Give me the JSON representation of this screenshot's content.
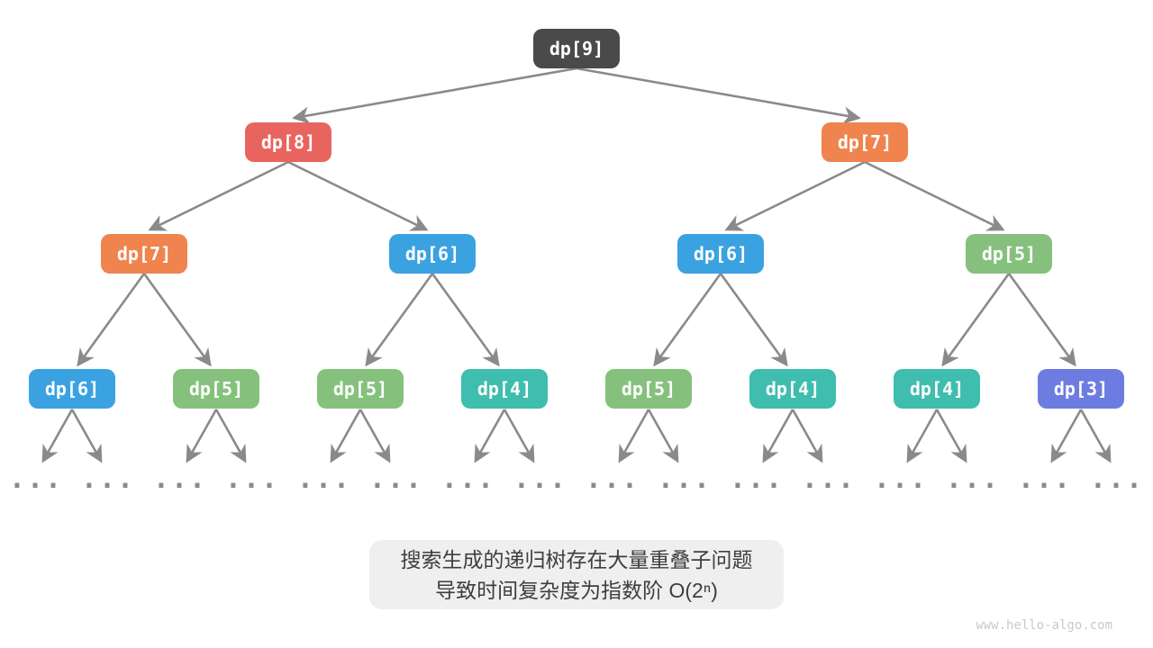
{
  "colors": {
    "dark": "#4a4a4a",
    "red": "#e8655f",
    "orange": "#ef844e",
    "blue": "#3ba2e2",
    "green": "#85c17d",
    "teal": "#3fbdae",
    "purple": "#6d7ce0",
    "edge": "#8a8a8a",
    "ellipsis_text": "#8a8a8a",
    "caption_bg": "#efefef",
    "caption_text": "#3e3e3e",
    "watermark_text": "#c9c9c9"
  },
  "tree": {
    "levels": [
      [
        {
          "label": "dp[9]",
          "color": "dark"
        }
      ],
      [
        {
          "label": "dp[8]",
          "color": "red"
        },
        {
          "label": "dp[7]",
          "color": "orange"
        }
      ],
      [
        {
          "label": "dp[7]",
          "color": "orange"
        },
        {
          "label": "dp[6]",
          "color": "blue"
        },
        {
          "label": "dp[6]",
          "color": "blue"
        },
        {
          "label": "dp[5]",
          "color": "green"
        }
      ],
      [
        {
          "label": "dp[6]",
          "color": "blue"
        },
        {
          "label": "dp[5]",
          "color": "green"
        },
        {
          "label": "dp[5]",
          "color": "green"
        },
        {
          "label": "dp[4]",
          "color": "teal"
        },
        {
          "label": "dp[5]",
          "color": "green"
        },
        {
          "label": "dp[4]",
          "color": "teal"
        },
        {
          "label": "dp[4]",
          "color": "teal"
        },
        {
          "label": "dp[3]",
          "color": "purple"
        }
      ]
    ],
    "ellipsis_symbol": "...",
    "ellipsis_count": 16
  },
  "caption": {
    "line1": "搜索生成的递归树存在大量重叠子问题",
    "line2": "导致时间复杂度为指数阶 O(2ⁿ)"
  },
  "watermark": "www.hello-algo.com"
}
